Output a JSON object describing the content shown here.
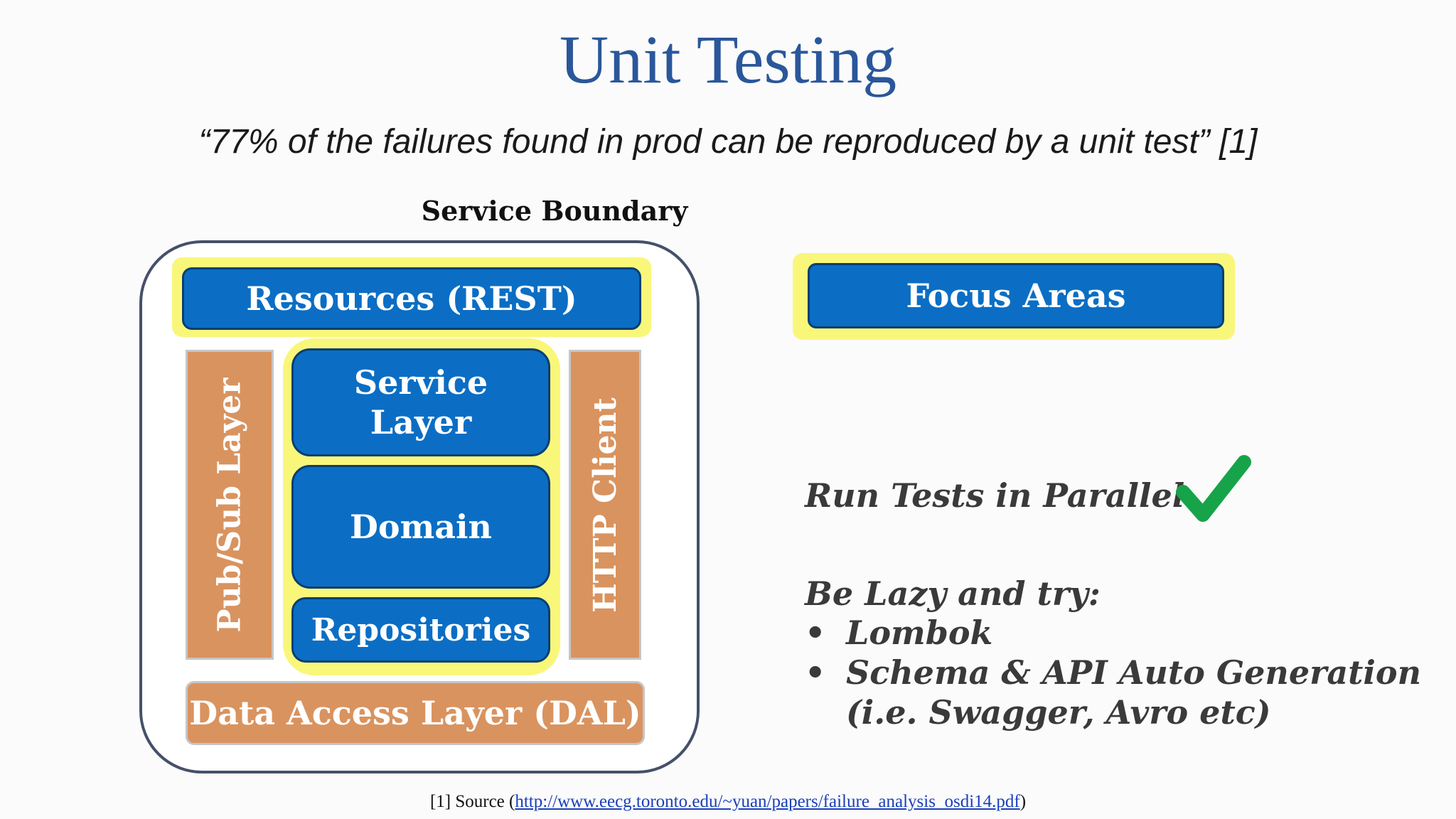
{
  "slide": {
    "title": "Unit Testing",
    "quote": "“77% of the failures found in prod can be reproduced by a unit test” [1]"
  },
  "diagram": {
    "boundary_label": "Service Boundary",
    "resources": "Resources (REST)",
    "pubsub": "Pub/Sub Layer",
    "http_client": "HTTP Client",
    "service_layer_line1": "Service",
    "service_layer_line2": "Layer",
    "domain": "Domain",
    "repositories": "Repositories",
    "dal": "Data Access Layer (DAL)",
    "colors": {
      "blue": "#0b6ec4",
      "orange": "#d9935f",
      "highlight": "#f9f77a",
      "title": "#2a579a"
    }
  },
  "legend": {
    "focus_label": "Focus Areas"
  },
  "notes": {
    "parallel": "Run Tests in Parallel",
    "check_icon": "check-icon",
    "lazy_heading": "Be Lazy and try:",
    "bullet_symbol": "•",
    "bullets": [
      "Lombok",
      "Schema & API Auto Generation",
      "(i.e. Swagger, Avro etc)"
    ]
  },
  "footer": {
    "prefix": "[1] Source (",
    "url": "http://www.eecg.toronto.edu/~yuan/papers/failure_analysis_osdi14.pdf",
    "suffix": ")"
  }
}
